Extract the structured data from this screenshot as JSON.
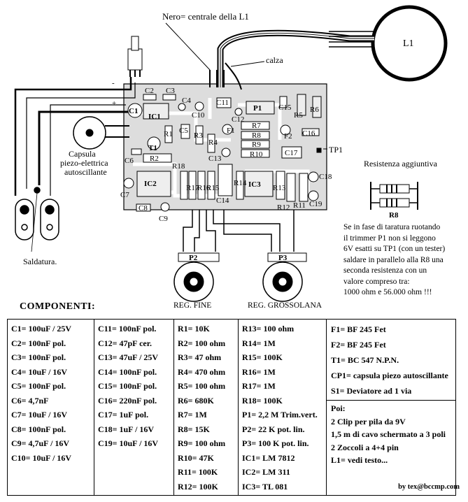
{
  "diagram": {
    "top_label": "Nero=  centrale della L1",
    "calza_label": "calza",
    "l1_label": "L1",
    "tp1_label": "TP1",
    "capsula_label": [
      "Capsula",
      "piezo-elettrica",
      "autoscillante"
    ],
    "saldatura_label": "Saldatura.",
    "reg_fine_label": "REG. FINE",
    "reg_gross_label": "REG. GROSSOLANA",
    "resistenza_title": "Resistenza aggiuntiva",
    "r8_label": "R8",
    "pcb_labels": {
      "C1": "C1",
      "C2": "C2",
      "C3": "C3",
      "IC1": "IC1",
      "C4": "C4",
      "C10": "C10",
      "C11": "C11",
      "C12": "C12",
      "P1": "P1",
      "C15": "C15",
      "R5": "R5",
      "R6": "R6",
      "R7": "R7",
      "R8": "R8",
      "R9": "R9",
      "R10": "R10",
      "F1": "F1",
      "F2": "F2",
      "C16": "C16",
      "C17": "C17",
      "C5": "C5",
      "R3": "R3",
      "R4": "R4",
      "R1": "R1",
      "T1": "T1",
      "C13": "C13",
      "C6": "C6",
      "R2": "R2",
      "R18": "R18",
      "IC2": "IC2",
      "C7": "C7",
      "C8": "C8",
      "C9": "C9",
      "R17": "R17",
      "R16": "R16",
      "R15": "R15",
      "R14": "R14",
      "C14": "C14",
      "IC3": "IC3",
      "R13": "R13",
      "R12": "R12",
      "R11": "R11",
      "C18": "C18",
      "C19": "C19",
      "P2": "P2",
      "P3": "P3",
      "plus": "+",
      "minus": "-"
    }
  },
  "note_lines": [
    "Se in fase di taratura ruotando",
    "il trimmer P1 non si leggono",
    "6V esatti su TP1 (con un tester)",
    "saldare in parallelo alla R8 una",
    "seconda resistenza con un",
    "valore compreso tra:",
    "1000 ohm e 56.000 ohm !!!"
  ],
  "components_title": "COMPONENTI:",
  "components": {
    "col1": [
      "C1= 100uF / 25V",
      "C2= 100nF pol.",
      "C3= 100nF pol.",
      "C4= 10uF / 16V",
      "C5= 100nF pol.",
      "C6= 4,7nF",
      "C7= 10uF / 16V",
      "C8= 100nF pol.",
      "C9= 4,7uF / 16V",
      "C10= 10uF / 16V"
    ],
    "col2": [
      "C11= 100nF pol.",
      "C12= 47pF cer.",
      "C13= 47uF / 25V",
      "C14= 100nF pol.",
      "C15= 100nF pol.",
      "C16= 220nF pol.",
      "C17= 1uF pol.",
      "C18= 1uF / 16V",
      "C19= 10uF / 16V"
    ],
    "col3": [
      "R1= 10K",
      "R2= 100 ohm",
      "R3= 47 ohm",
      "R4= 470 ohm",
      "R5= 100 ohm",
      "R6= 680K",
      "R7= 1M",
      "R8= 15K",
      "R9= 100 ohm",
      "R10= 47K",
      "R11= 100K",
      "R12= 100K"
    ],
    "col4": [
      "R13= 100 ohm",
      "R14= 1M",
      "R15= 100K",
      "R16= 1M",
      "R17= 1M",
      "R18= 100K",
      "P1= 2,2 M Trim.vert.",
      "P2= 22 K pot. lin.",
      "P3= 100 K pot. lin.",
      "IC1= LM 7812",
      "IC2= LM 311",
      "IC3= TL 081"
    ],
    "col5_top": [
      "F1= BF 245 Fet",
      "F2= BF 245 Fet",
      "T1= BC 547 N.P.N.",
      "CP1= capsula piezo autoscillante",
      "S1= Deviatore ad 1 via"
    ],
    "col5_bottom": [
      "Poi:",
      "2 Clip per pila da 9V",
      "1,5 m di cavo schermato a 3 poli",
      "2 Zoccoli a 4+4 pin",
      "L1= vedi testo..."
    ]
  },
  "credit": "by tex@bccmp.com"
}
